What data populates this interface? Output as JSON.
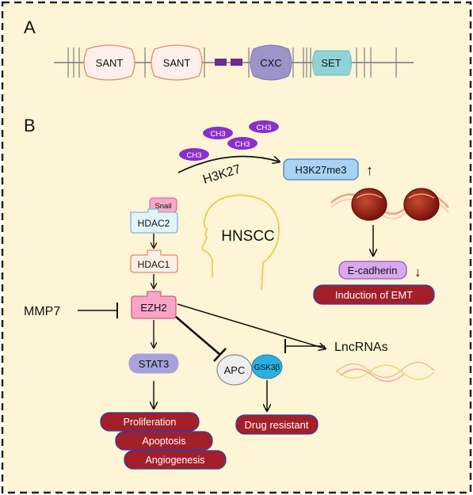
{
  "panels": {
    "a_label": "A",
    "b_label": "B"
  },
  "domains": {
    "sant1": "SANT",
    "sant2": "SANT",
    "cxc": "CXC",
    "set": "SET"
  },
  "methyl": {
    "ch3_1": "CH3",
    "ch3_2": "CH3",
    "ch3_3": "CH3",
    "ch3_4": "CH3"
  },
  "nodes": {
    "h3k27": "H3K27",
    "h3k27me3": "H3K27me3",
    "snail": "Snail",
    "hdac2": "HDAC2",
    "hdac1": "HDAC1",
    "hnscc": "HNSCC",
    "ecadherin": "E-cadherin",
    "emt": "Induction of EMT",
    "mmp7": "MMP7",
    "ezh2": "EZH2",
    "stat3": "STAT3",
    "apc": "APC",
    "gsk3b": "GSK3β",
    "lncrnas": "LncRNAs",
    "drug": "Drug resistant",
    "prolif": "Proliferation",
    "apoptosis": "Apoptosis",
    "angio": "Angiogenesis"
  },
  "arrows": {
    "up": "↑",
    "down": "↓"
  },
  "colors": {
    "background": "#fdf5d5",
    "border": "#222222",
    "domain_fill": "#fdf0ea",
    "domain_stroke": "#e58a6a",
    "cxc_fill": "#9b93c9",
    "set_fill": "#8fd3d8",
    "linker": "#6a2c91",
    "ch3_fill": "#8b2fc9",
    "h3k27me3_fill": "#a9d2f5",
    "snail_fill": "#f4a9c8",
    "hdac2_fill": "#e3f3fa",
    "hdac1_fill": "#fdefe5",
    "ezh2_fill": "#f6a6c4",
    "stat3_fill": "#a7a2dc",
    "ecad_fill": "#d9a8ee",
    "outcome_fill": "#a31f2a",
    "gsk_fill": "#2ab0e0",
    "head_stroke": "#f0c850",
    "nucleosome": "#8a1a14"
  }
}
